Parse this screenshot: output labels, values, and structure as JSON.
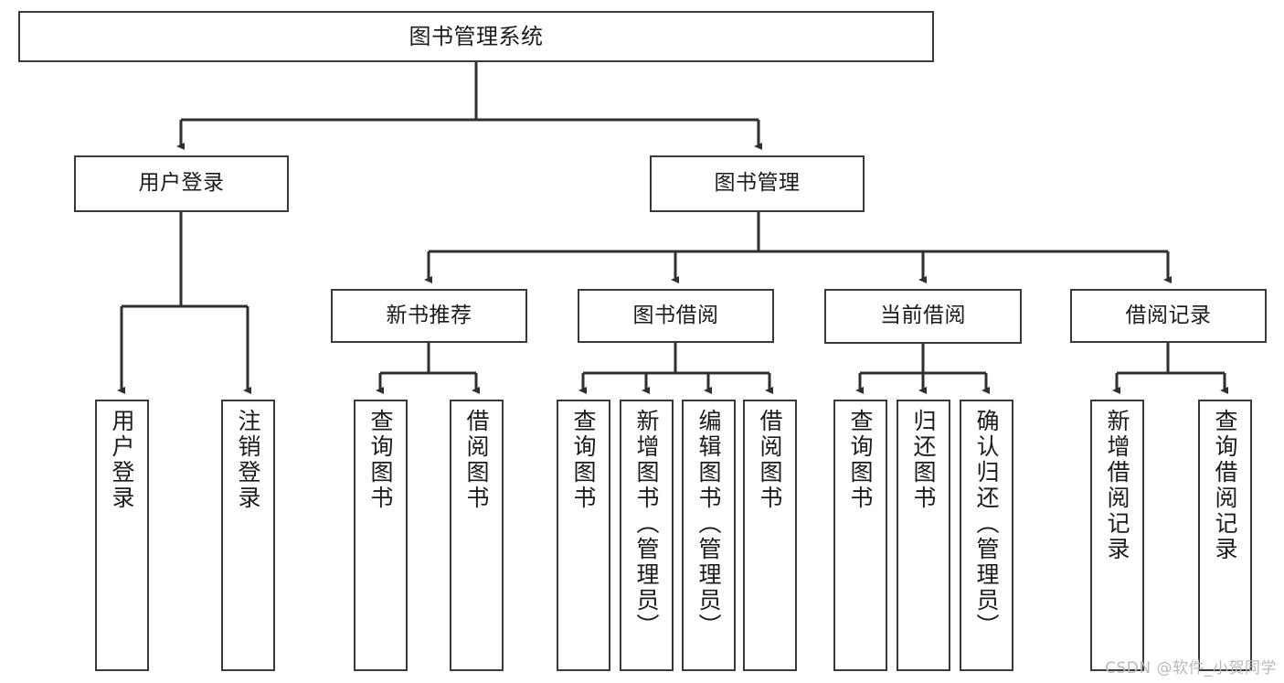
{
  "diagram": {
    "type": "tree-hierarchy",
    "title": "图书管理系统",
    "watermark": "CSDN @软件_小贺同学",
    "colors": {
      "box_border": "#3a3a3a",
      "box_fill": "#ffffff",
      "edge": "#2f2f2f",
      "text": "#1b1b1b",
      "watermark": "#b9b9b9",
      "background": "#ffffff"
    },
    "nodes": {
      "root": {
        "label": "图书管理系统"
      },
      "level2": [
        {
          "id": "user-login",
          "label": "用户登录"
        },
        {
          "id": "book-manage",
          "label": "图书管理"
        }
      ],
      "level3": [
        {
          "id": "new-book-rec",
          "label": "新书推荐"
        },
        {
          "id": "book-borrow",
          "label": "图书借阅"
        },
        {
          "id": "current-borrow",
          "label": "当前借阅"
        },
        {
          "id": "borrow-record",
          "label": "借阅记录"
        }
      ],
      "leaves": {
        "user_login": [
          {
            "id": "leaf-user-login",
            "label": "用户登录"
          },
          {
            "id": "leaf-logout",
            "label": "注销登录"
          }
        ],
        "new_book_rec": [
          {
            "id": "leaf-query-book-1",
            "label": "查询图书"
          },
          {
            "id": "leaf-borrow-book-1",
            "label": "借阅图书"
          }
        ],
        "book_borrow": [
          {
            "id": "leaf-query-book-2",
            "label": "查询图书"
          },
          {
            "id": "leaf-add-book",
            "label": "新增图书（管理员）"
          },
          {
            "id": "leaf-edit-book",
            "label": "编辑图书（管理员）"
          },
          {
            "id": "leaf-borrow-book-2",
            "label": "借阅图书"
          }
        ],
        "current_borrow": [
          {
            "id": "leaf-query-book-3",
            "label": "查询图书"
          },
          {
            "id": "leaf-return-book",
            "label": "归还图书"
          },
          {
            "id": "leaf-confirm-return",
            "label": "确认归还（管理员）"
          }
        ],
        "borrow_record": [
          {
            "id": "leaf-add-record",
            "label": "新增借阅记录"
          },
          {
            "id": "leaf-query-record",
            "label": "查询借阅记录"
          }
        ]
      }
    }
  }
}
